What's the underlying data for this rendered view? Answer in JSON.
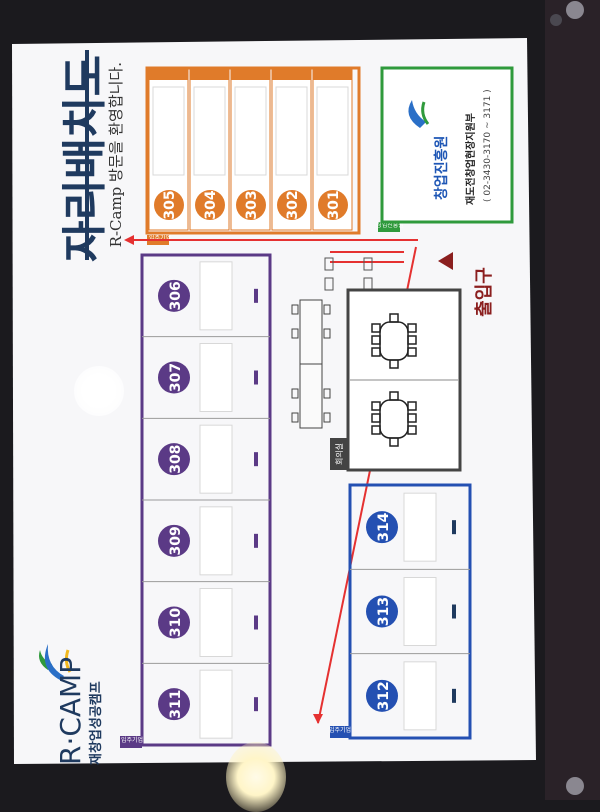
{
  "board": {
    "title": "자리배치도",
    "subtitle": "R-Camp 방문을 환영합니다.",
    "entrance_label": "출입구",
    "meeting_room_label": "회의실",
    "tenant_tag": "입주기업",
    "support_tag": "창업진흥원",
    "colors": {
      "purple": "#5b3a86",
      "blue": "#2450b2",
      "orange": "#e07b2a",
      "green": "#2f9a3c",
      "arrow": "#e53131",
      "navy": "#1f3a5f"
    }
  },
  "rooms": {
    "top_row": [
      "305",
      "304",
      "303",
      "302",
      "301"
    ],
    "left_row": [
      "306",
      "307",
      "308",
      "309",
      "310",
      "311"
    ],
    "right_row": [
      "314",
      "313",
      "312"
    ]
  },
  "support_office": {
    "org_logo_text": "창업진흥원",
    "office_name": "재도전창업현장지원부",
    "phone": "( 02-3430-3170 ~ 3171 )"
  },
  "branding": {
    "logo_text": "R·CAMP",
    "logo_subtext": "재창업성공캠프"
  }
}
